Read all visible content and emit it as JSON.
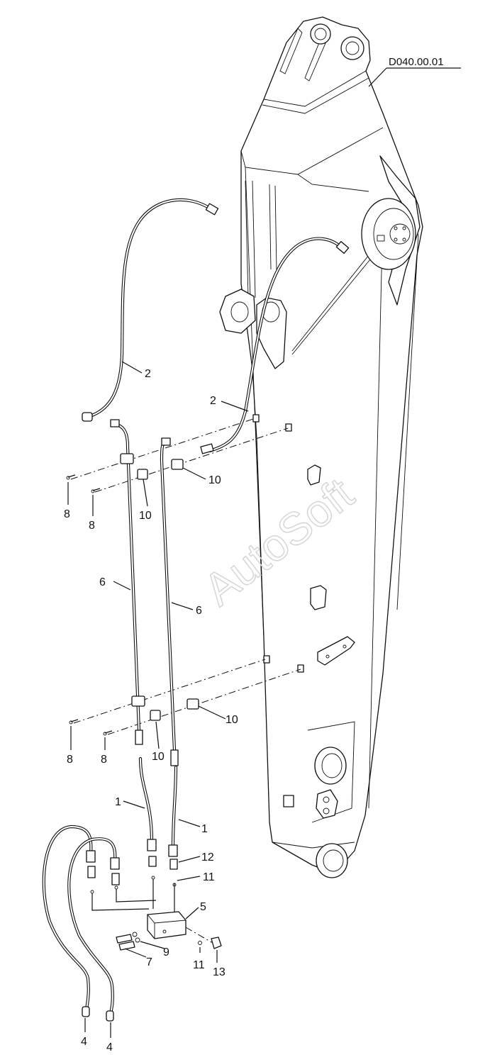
{
  "drawing": {
    "reference": "D040.00.01",
    "watermark": "AutoSoft"
  },
  "callouts": {
    "c2a": "2",
    "c2b": "2",
    "c10a": "10",
    "c10b": "10",
    "c10c": "10",
    "c10d": "10",
    "c8a": "8",
    "c8b": "8",
    "c8c": "8",
    "c8d": "8",
    "c6a": "6",
    "c6b": "6",
    "c1a": "1",
    "c1b": "1",
    "c12": "12",
    "c11a": "11",
    "c11b": "11",
    "c5": "5",
    "c9": "9",
    "c7": "7",
    "c13": "13",
    "c4a": "4",
    "c4b": "4"
  },
  "colors": {
    "line": "#111111",
    "watermark": "#d6d6d6"
  }
}
